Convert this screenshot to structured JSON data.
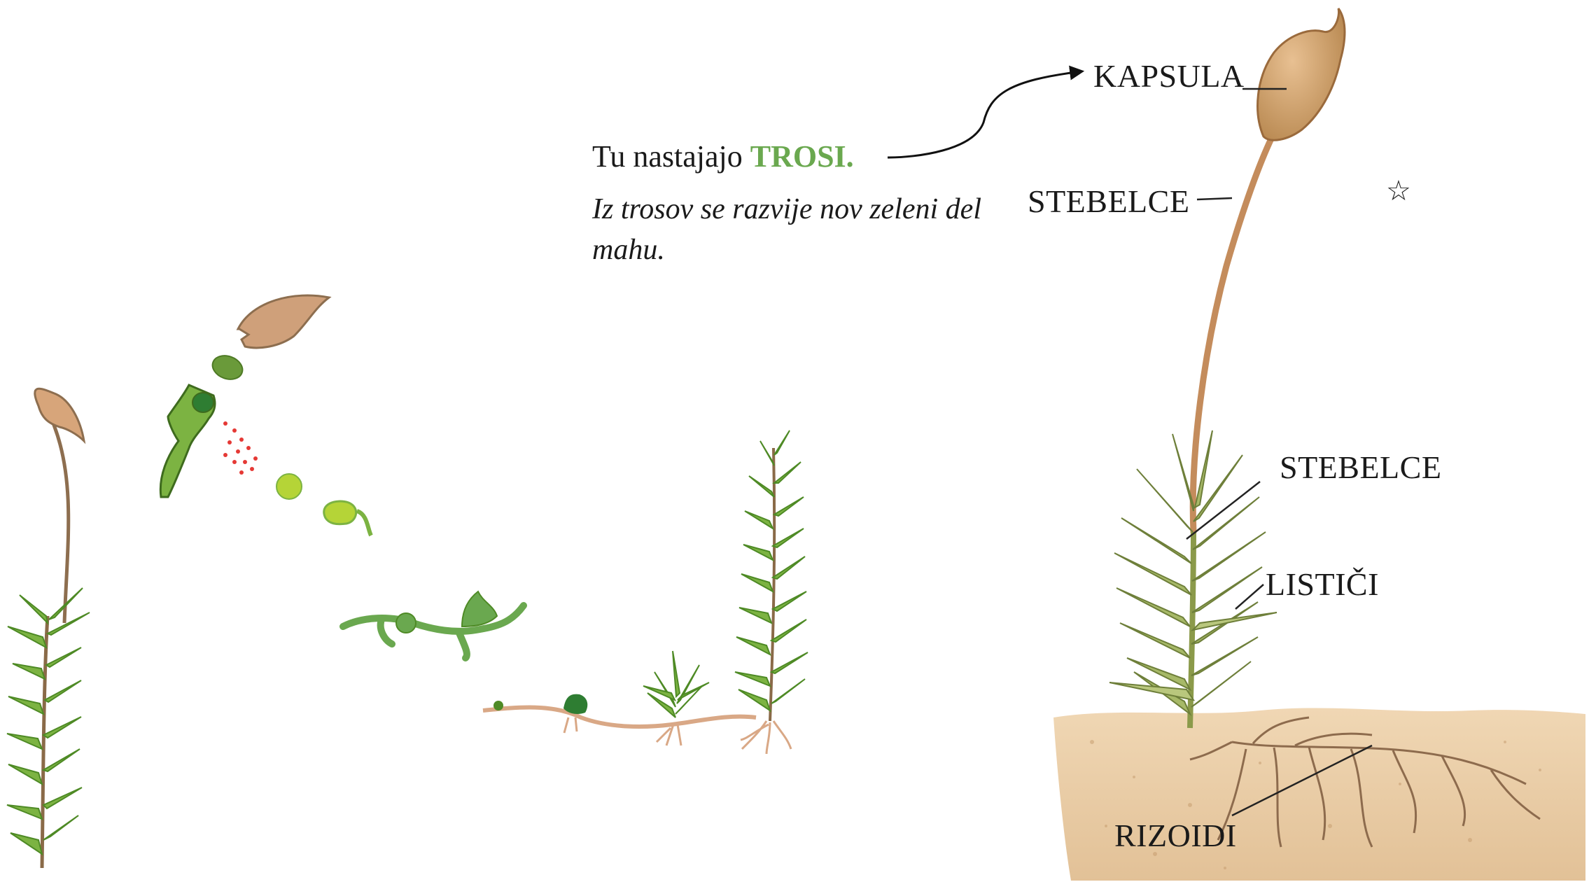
{
  "diagram": {
    "caption": {
      "prefix": "Tu nastajajo ",
      "highlight": "TROSI."
    },
    "note": "Iz trosov se razvije nov zeleni del mahu.",
    "labels": {
      "kapsula": "KAPSULA",
      "stebelce_top": "STEBELCE",
      "stebelce_mid": "STEBELCE",
      "listici": "LISTIČI",
      "rizoidi": "RIZOIDI"
    },
    "star": "☆",
    "colors": {
      "moss_green": "#7cb342",
      "moss_dark": "#4e8a25",
      "capsule_brown": "#c99a6b",
      "stalk_brown": "#b88a5c",
      "soil": "#e8c9a3",
      "spores_red": "#e53935",
      "highlight_green": "#6aa84f"
    }
  }
}
